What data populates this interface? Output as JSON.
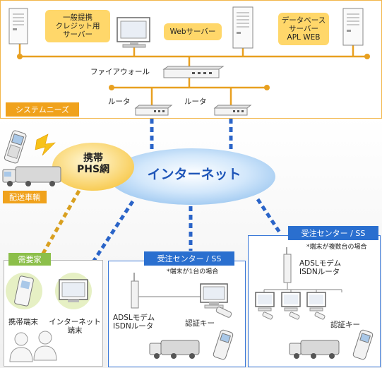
{
  "bubbles": {
    "credit_line1": "一般提携",
    "credit_line2": "クレジット用",
    "credit_line3": "サーバー",
    "web": "Webサーバー",
    "db_line1": "データベース",
    "db_line2": "サーバー",
    "db_line3": "APL WEB"
  },
  "labels": {
    "firewall": "ファイアウォール",
    "router_left": "ルータ",
    "router_right": "ルータ",
    "system_needs": "システムニーズ",
    "phs_line1": "携帯",
    "phs_line2": "PHS網",
    "internet": "インターネット",
    "delivery": "配送車輌",
    "customer": "需要家",
    "mobile_terminal": "携帯端末",
    "internet_terminal_line1": "インターネット",
    "internet_terminal_line2": "端末",
    "center_mid_title": "受注センター / SS",
    "center_mid_note": "*端末が1台の場合",
    "center_mid_modem_line1": "ADSLモデム",
    "center_mid_modem_line2": "ISDNルータ",
    "center_mid_key": "認証キー",
    "center_right_title": "受注センター / SS",
    "center_right_note": "*端末が複数台の場合",
    "center_right_modem_line1": "ADSLモデム",
    "center_right_modem_line2": "ISDNルータ",
    "center_right_key": "認証キー"
  },
  "colors": {
    "orange_line": "#e8a020",
    "panel_border": "#f2b64a",
    "blue_dash": "#2a64c8",
    "gold_dash": "#d9a020",
    "header_blue": "#2a6fcf",
    "tag_orange": "#f0a21c",
    "tag_green": "#8cbf4a"
  }
}
